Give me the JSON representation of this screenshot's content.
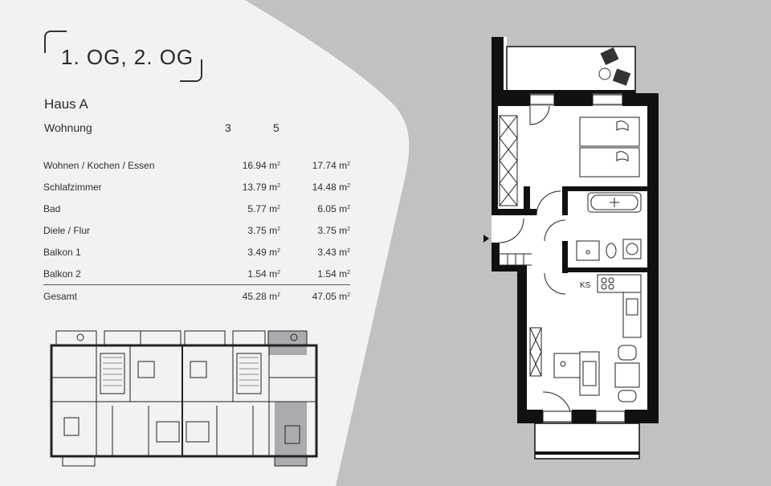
{
  "title": "1. OG, 2. OG",
  "house": "Haus A",
  "unit_label": "Wohnung",
  "units": [
    "3",
    "5"
  ],
  "unit_m2": "m",
  "unit_sup": "2",
  "rooms": [
    {
      "name": "Wohnen / Kochen / Essen",
      "a": "16.94",
      "b": "17.74"
    },
    {
      "name": "Schlafzimmer",
      "a": "13.79",
      "b": "14.48"
    },
    {
      "name": "Bad",
      "a": "5.77",
      "b": "6.05"
    },
    {
      "name": "Diele / Flur",
      "a": "3.75",
      "b": "3.75"
    },
    {
      "name": "Balkon 1",
      "a": "3.49",
      "b": "3.43"
    },
    {
      "name": "Balkon 2",
      "a": "1.54",
      "b": "1.54"
    }
  ],
  "total": {
    "name": "Gesamt",
    "a": "45.28",
    "b": "47.05"
  },
  "plan_label": "KS",
  "colors": {
    "background": "#bfc1c3",
    "panel": "#f2f2f2",
    "wall": "#111111",
    "text": "#2b2b2b"
  }
}
